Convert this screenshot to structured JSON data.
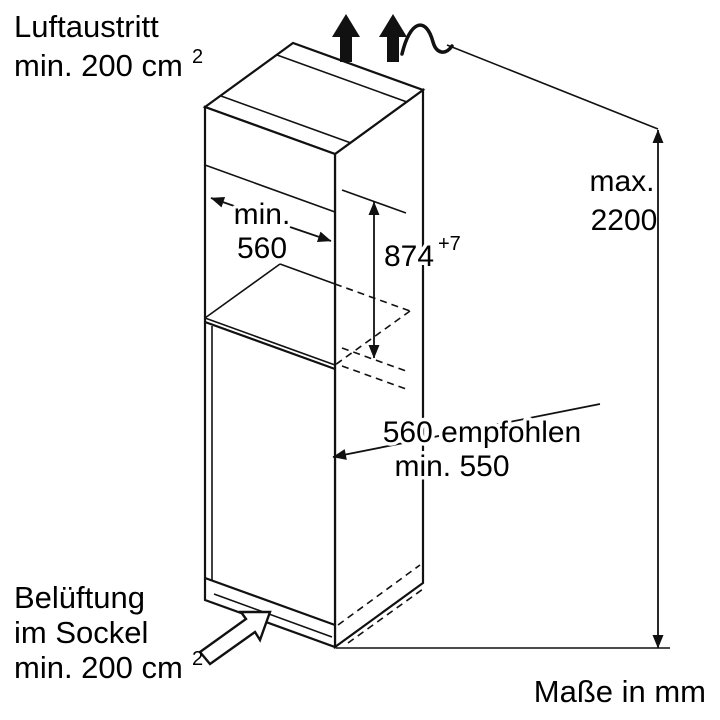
{
  "labels": {
    "air_outlet": {
      "line1": "Luftaustritt",
      "line2": "min. 200 cm",
      "sup": "2"
    },
    "niche_width": {
      "line1": "min.",
      "line2": "560"
    },
    "niche_height": {
      "value": "874",
      "tolerance": "+7"
    },
    "max_height": {
      "line1": "max.",
      "line2": "2200"
    },
    "depth": {
      "line1": "560 empfohlen",
      "line2": "min. 550"
    },
    "base_vent": {
      "line1": "Belüftung",
      "line2": "im Sockel",
      "line3": "min. 200 cm",
      "sup": "2"
    },
    "units": "Maße in mm"
  },
  "colors": {
    "line": "#111111",
    "background": "#ffffff",
    "text": "#000000"
  }
}
